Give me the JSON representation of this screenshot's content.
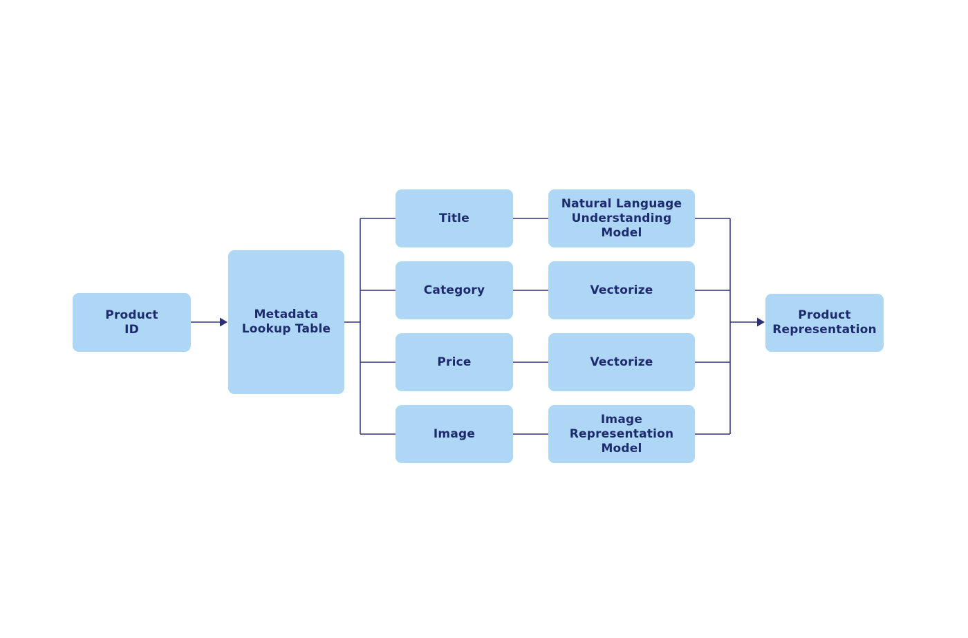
{
  "diagram": {
    "background": "#ffffff",
    "colors": {
      "node_fill": "#AED6F5",
      "node_text": "#1E2A6E",
      "connector": "#2A3177"
    },
    "nodes": {
      "product_id": {
        "label": "Product\nID"
      },
      "metadata_lookup": {
        "label": "Metadata\nLookup Table"
      },
      "title": {
        "label": "Title"
      },
      "category": {
        "label": "Category"
      },
      "price": {
        "label": "Price"
      },
      "image": {
        "label": "Image"
      },
      "nlu_model": {
        "label": "Natural Language\nUnderstanding\nModel"
      },
      "vectorize_category": {
        "label": "Vectorize"
      },
      "vectorize_price": {
        "label": "Vectorize"
      },
      "image_rep_model": {
        "label": "Image\nRepresentation\nModel"
      },
      "product_representation": {
        "label": "Product\nRepresentation"
      }
    },
    "edges": [
      {
        "from": "product_id",
        "to": "metadata_lookup",
        "arrow": true
      },
      {
        "from": "metadata_lookup",
        "to": "title",
        "arrow": false
      },
      {
        "from": "metadata_lookup",
        "to": "category",
        "arrow": false
      },
      {
        "from": "metadata_lookup",
        "to": "price",
        "arrow": false
      },
      {
        "from": "metadata_lookup",
        "to": "image",
        "arrow": false
      },
      {
        "from": "title",
        "to": "nlu_model",
        "arrow": false
      },
      {
        "from": "category",
        "to": "vectorize_category",
        "arrow": false
      },
      {
        "from": "price",
        "to": "vectorize_price",
        "arrow": false
      },
      {
        "from": "image",
        "to": "image_rep_model",
        "arrow": false
      },
      {
        "from": "nlu_model",
        "to": "product_representation",
        "arrow": true
      },
      {
        "from": "vectorize_category",
        "to": "product_representation",
        "arrow": true
      },
      {
        "from": "vectorize_price",
        "to": "product_representation",
        "arrow": true
      },
      {
        "from": "image_rep_model",
        "to": "product_representation",
        "arrow": true
      }
    ]
  }
}
